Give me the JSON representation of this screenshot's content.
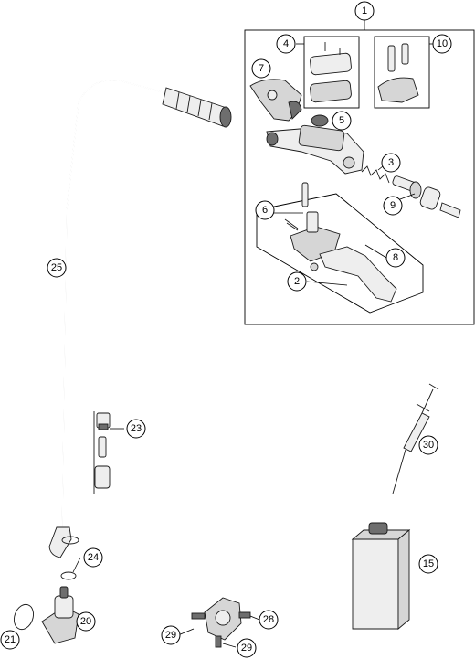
{
  "callouts": [
    {
      "label": "1"
    },
    {
      "label": "2"
    },
    {
      "label": "3"
    },
    {
      "label": "4"
    },
    {
      "label": "5"
    },
    {
      "label": "6"
    },
    {
      "label": "7"
    },
    {
      "label": "8"
    },
    {
      "label": "9"
    },
    {
      "label": "10"
    },
    {
      "label": "15"
    },
    {
      "label": "20"
    },
    {
      "label": "21"
    },
    {
      "label": "23"
    },
    {
      "label": "24"
    },
    {
      "label": "25"
    },
    {
      "label": "28"
    },
    {
      "label": "29"
    },
    {
      "label": "29"
    },
    {
      "label": "30"
    }
  ]
}
